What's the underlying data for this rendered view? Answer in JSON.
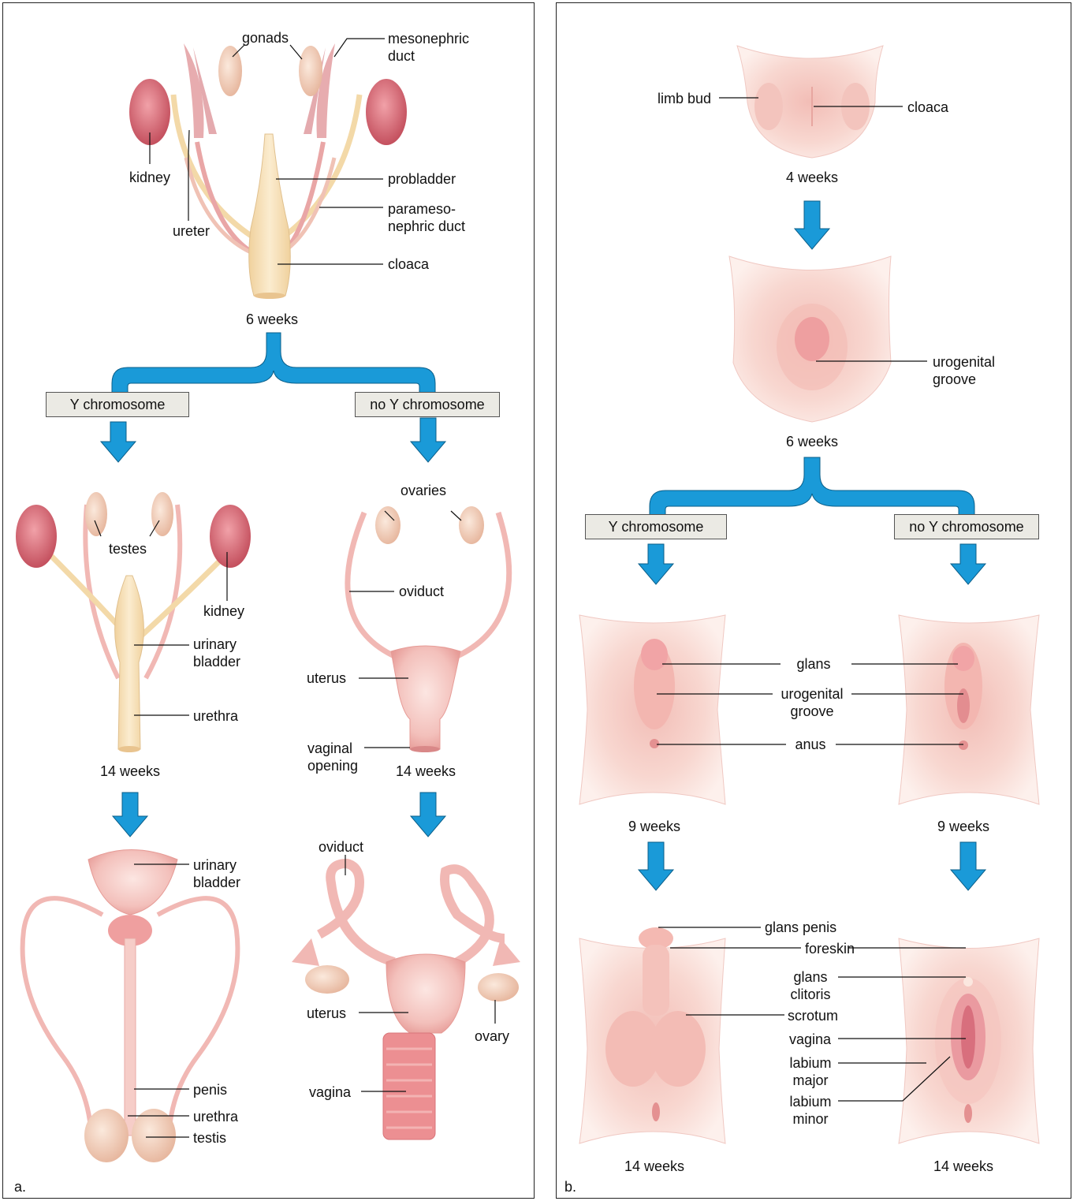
{
  "panels": {
    "a_letter": "a.",
    "b_letter": "b."
  },
  "colors": {
    "flow_arrow": "#1a9ad8",
    "flow_arrow_edge": "#0b5f8a",
    "tissue": "#f1b8b4",
    "tissue_dark": "#e58f8c",
    "kidney": "#d9707a",
    "duct_yellow": "#f3d9a8",
    "box_fill": "#ebeae4"
  },
  "a": {
    "stage1": {
      "gonads": "gonads",
      "mesonephric": [
        "mesonephric",
        "duct"
      ],
      "kidney": "kidney",
      "ureter": "ureter",
      "probladder": "probladder",
      "paramesonephric": [
        "parameso-",
        "nephric duct"
      ],
      "cloaca": "cloaca",
      "age": "6 weeks"
    },
    "branch": {
      "y": "Y chromosome",
      "no_y": "no Y chromosome"
    },
    "male14": {
      "testes": "testes",
      "kidney": "kidney",
      "urinary_bladder": [
        "urinary",
        "bladder"
      ],
      "urethra": "urethra",
      "age": "14 weeks"
    },
    "female14": {
      "ovaries": "ovaries",
      "oviduct": "oviduct",
      "uterus": "uterus",
      "vaginal_opening": [
        "vaginal",
        "opening"
      ],
      "age": "14 weeks"
    },
    "male_adult": {
      "urinary_bladder": [
        "urinary",
        "bladder"
      ],
      "penis": "penis",
      "urethra": "urethra",
      "testis": "testis"
    },
    "female_adult": {
      "oviduct": "oviduct",
      "uterus": "uterus",
      "ovary": "ovary",
      "vagina": "vagina"
    }
  },
  "b": {
    "stage1": {
      "limb_bud": "limb bud",
      "cloaca": "cloaca",
      "age": "4 weeks"
    },
    "stage2": {
      "urogenital_groove": [
        "urogenital",
        "groove"
      ],
      "age": "6 weeks"
    },
    "branch": {
      "y": "Y chromosome",
      "no_y": "no Y chromosome"
    },
    "stage3": {
      "glans": "glans",
      "urogenital_groove": [
        "urogenital",
        "groove"
      ],
      "anus": "anus",
      "age_left": "9 weeks",
      "age_right": "9 weeks"
    },
    "stage4": {
      "glans_penis": "glans penis",
      "foreskin": "foreskin",
      "glans_clitoris": [
        "glans",
        "clitoris"
      ],
      "scrotum": "scrotum",
      "vagina": "vagina",
      "labium_major": [
        "labium",
        "major"
      ],
      "labium_minor": [
        "labium",
        "minor"
      ],
      "age_left": "14 weeks",
      "age_right": "14 weeks"
    }
  }
}
